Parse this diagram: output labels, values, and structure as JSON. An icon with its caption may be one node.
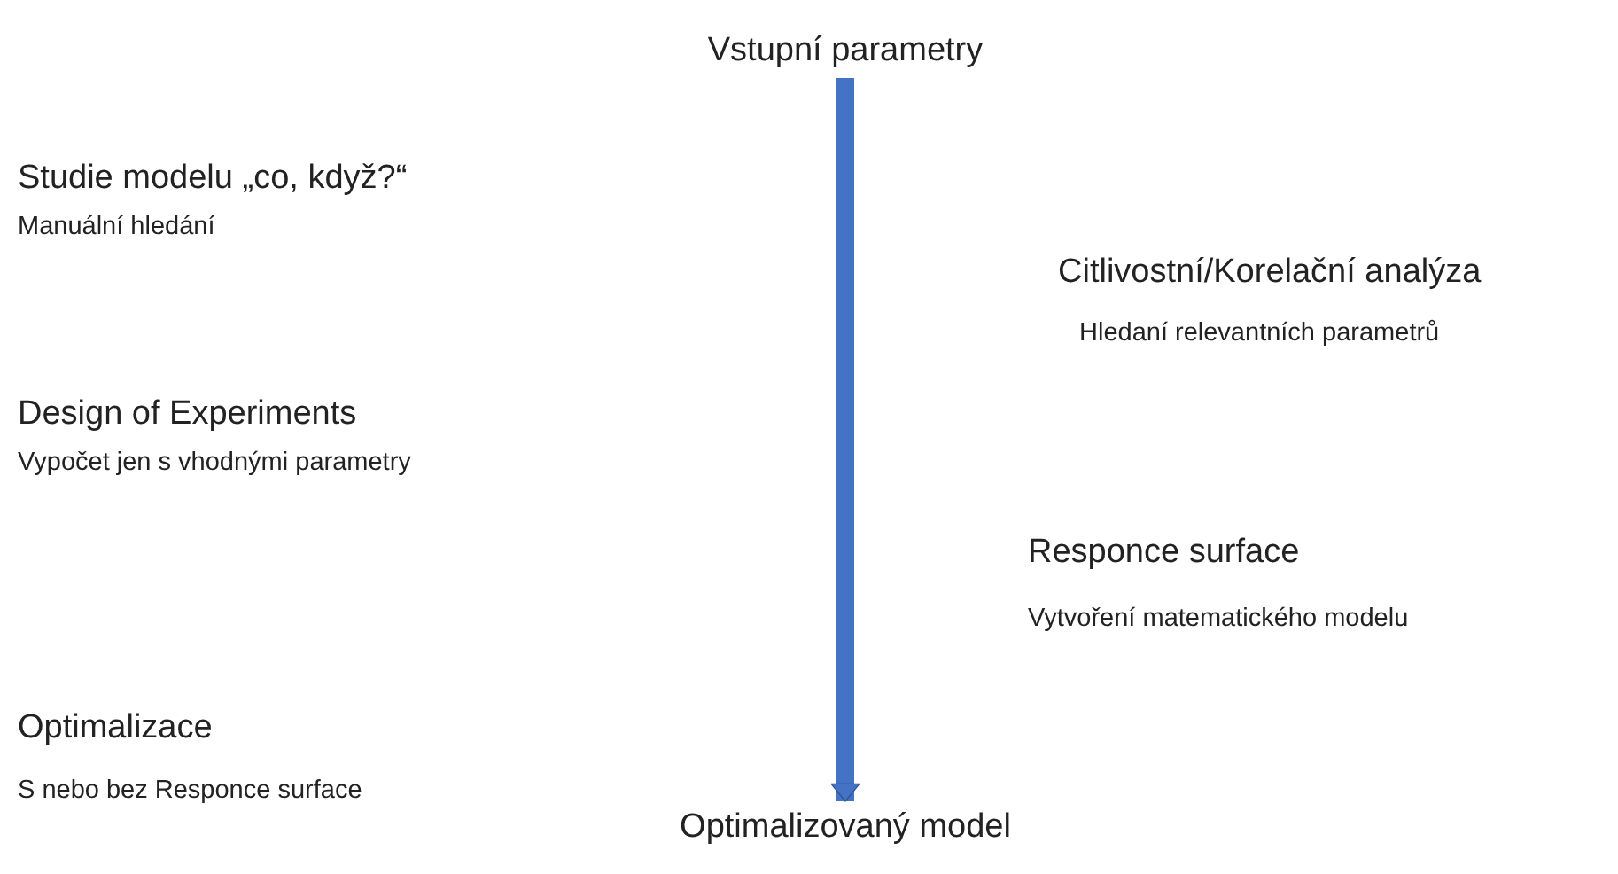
{
  "diagram": {
    "nodes": [
      {
        "text": [
          "Vstupní parametry"
        ]
      },
      {
        "text": [
          "Optimalizovaný model"
        ]
      }
    ],
    "edges": [
      {
        "from": 0,
        "to": 1,
        "arrow": "to",
        "color": "#4472c4"
      }
    ],
    "labels": [
      "Studie modelu „co, když?“",
      "Manuální hledání",
      "Citlivostní/Korelační analýza",
      "Hledaní relevantních parametrů",
      "Design of Experiments",
      "Vypočet jen s vhodnými parametry",
      "Responce surface",
      "Vytvoření matematického modelu",
      "Optimalizace",
      "S nebo bez Responce surface"
    ]
  }
}
